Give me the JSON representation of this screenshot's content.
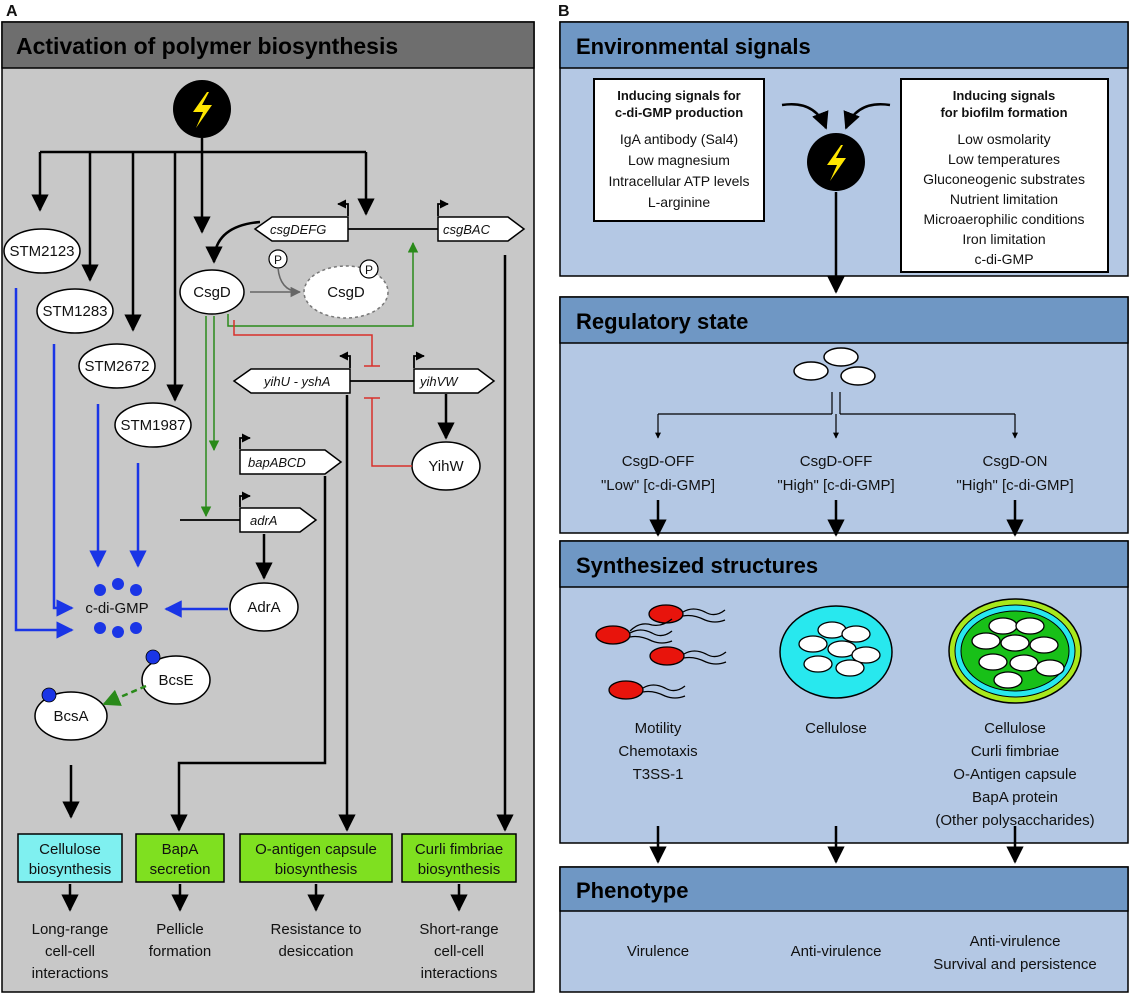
{
  "panelA": {
    "label": "A",
    "title": "Activation of polymer biosynthesis",
    "signal_icon": "lightning-icon",
    "nodes": {
      "stm2123": "STM2123",
      "stm1283": "STM1283",
      "stm2672": "STM2672",
      "stm1987": "STM1987",
      "csgd": "CsgD",
      "csgd_p": "CsgD",
      "phospho": "P",
      "yihw": "YihW",
      "adra": "AdrA",
      "bcse": "BcsE",
      "bcsa": "BcsA",
      "cdigmp": "c-di-GMP"
    },
    "genes": {
      "csgdefg": "csgDEFG",
      "csgbac": "csgBAC",
      "yihu": "yihU - yshA",
      "yihvw": "yihVW",
      "bapabcd": "bapABCD",
      "adra": "adrA"
    },
    "outputs": [
      {
        "line1": "Cellulose",
        "line2": "biosynthesis",
        "color": "#7ff0f0"
      },
      {
        "line1": "BapA",
        "line2": "secretion",
        "color": "#7fe020"
      },
      {
        "line1": "O-antigen capsule",
        "line2": "biosynthesis",
        "color": "#7fe020"
      },
      {
        "line1": "Curli fimbriae",
        "line2": "biosynthesis",
        "color": "#7fe020"
      }
    ],
    "phenotypes": [
      {
        "line1": "Long-range",
        "line2": "cell-cell",
        "line3": "interactions"
      },
      {
        "line1": "Pellicle",
        "line2": "formation",
        "line3": ""
      },
      {
        "line1": "Resistance to",
        "line2": "desiccation",
        "line3": ""
      },
      {
        "line1": "Short-range",
        "line2": "cell-cell",
        "line3": "interactions"
      }
    ]
  },
  "panelB": {
    "label": "B",
    "env": {
      "title": "Environmental signals",
      "box1_title": [
        "Inducing signals for",
        "c-di-GMP production"
      ],
      "box1_items": [
        "IgA antibody (Sal4)",
        "Low magnesium",
        "Intracellular ATP levels",
        "L-arginine"
      ],
      "box2_title": [
        "Inducing signals",
        "for biofilm formation"
      ],
      "box2_items": [
        "Low osmolarity",
        "Low temperatures",
        "Gluconeogenic substrates",
        "Nutrient limitation",
        "Microaerophilic conditions",
        "Iron limitation",
        "c-di-GMP"
      ]
    },
    "reg": {
      "title": "Regulatory state",
      "states": [
        {
          "line1": "CsgD-OFF",
          "line2": "\"Low\" [c-di-GMP]"
        },
        {
          "line1": "CsgD-OFF",
          "line2": "\"High\" [c-di-GMP]"
        },
        {
          "line1": "CsgD-ON",
          "line2": "\"High\" [c-di-GMP]"
        }
      ]
    },
    "struct": {
      "title": "Synthesized structures",
      "col1": [
        "Motility",
        "Chemotaxis",
        "T3SS-1"
      ],
      "col2": [
        "Cellulose"
      ],
      "col3": [
        "Cellulose",
        "Curli fimbriae",
        "O-Antigen capsule",
        "BapA protein",
        "(Other polysaccharides)"
      ]
    },
    "pheno": {
      "title": "Phenotype",
      "col1": [
        "Virulence"
      ],
      "col2": [
        "Anti-virulence"
      ],
      "col3": [
        "Anti-virulence",
        "Survival and persistence"
      ]
    }
  },
  "colors": {
    "panel_gray": "#c8c8c8",
    "title_gray": "#6e6e6e",
    "panel_blue": "#b4c8e4",
    "title_blue": "#6f97c4",
    "blue_arrow": "#1a35e6",
    "green_arrow": "#2a8a1a",
    "red_inhibit": "#d8302a"
  }
}
